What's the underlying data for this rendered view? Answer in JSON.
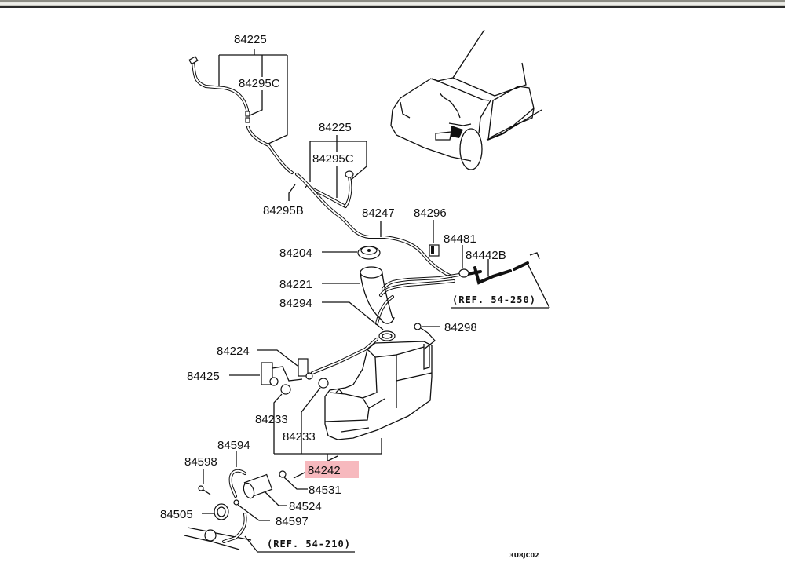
{
  "diagram": {
    "type": "parts-exploded-view",
    "subject": "Windshield washer reservoir and hoses",
    "figure_code": "3U8JC02",
    "highlight_color": "#f7b9be",
    "highlighted_part": "84242",
    "labels": {
      "p84225_a": "84225",
      "p84295c_a": "84295C",
      "p84225_b": "84225",
      "p84295c_b": "84295C",
      "p84295b": "84295B",
      "p84247": "84247",
      "p84296": "84296",
      "p84481": "84481",
      "p84442b": "84442B",
      "p84204": "84204",
      "p84221": "84221",
      "p84294": "84294",
      "p84298": "84298",
      "p84224": "84224",
      "p84425": "84425",
      "p84233_a": "84233",
      "p84233_b": "84233",
      "p84242": "84242",
      "p84594": "84594",
      "p84598": "84598",
      "p84531": "84531",
      "p84524": "84524",
      "p84505": "84505",
      "p84597": "84597"
    },
    "references": {
      "ref_upper": "(REF. 54-250)",
      "ref_lower": "(REF. 54-210)"
    }
  }
}
